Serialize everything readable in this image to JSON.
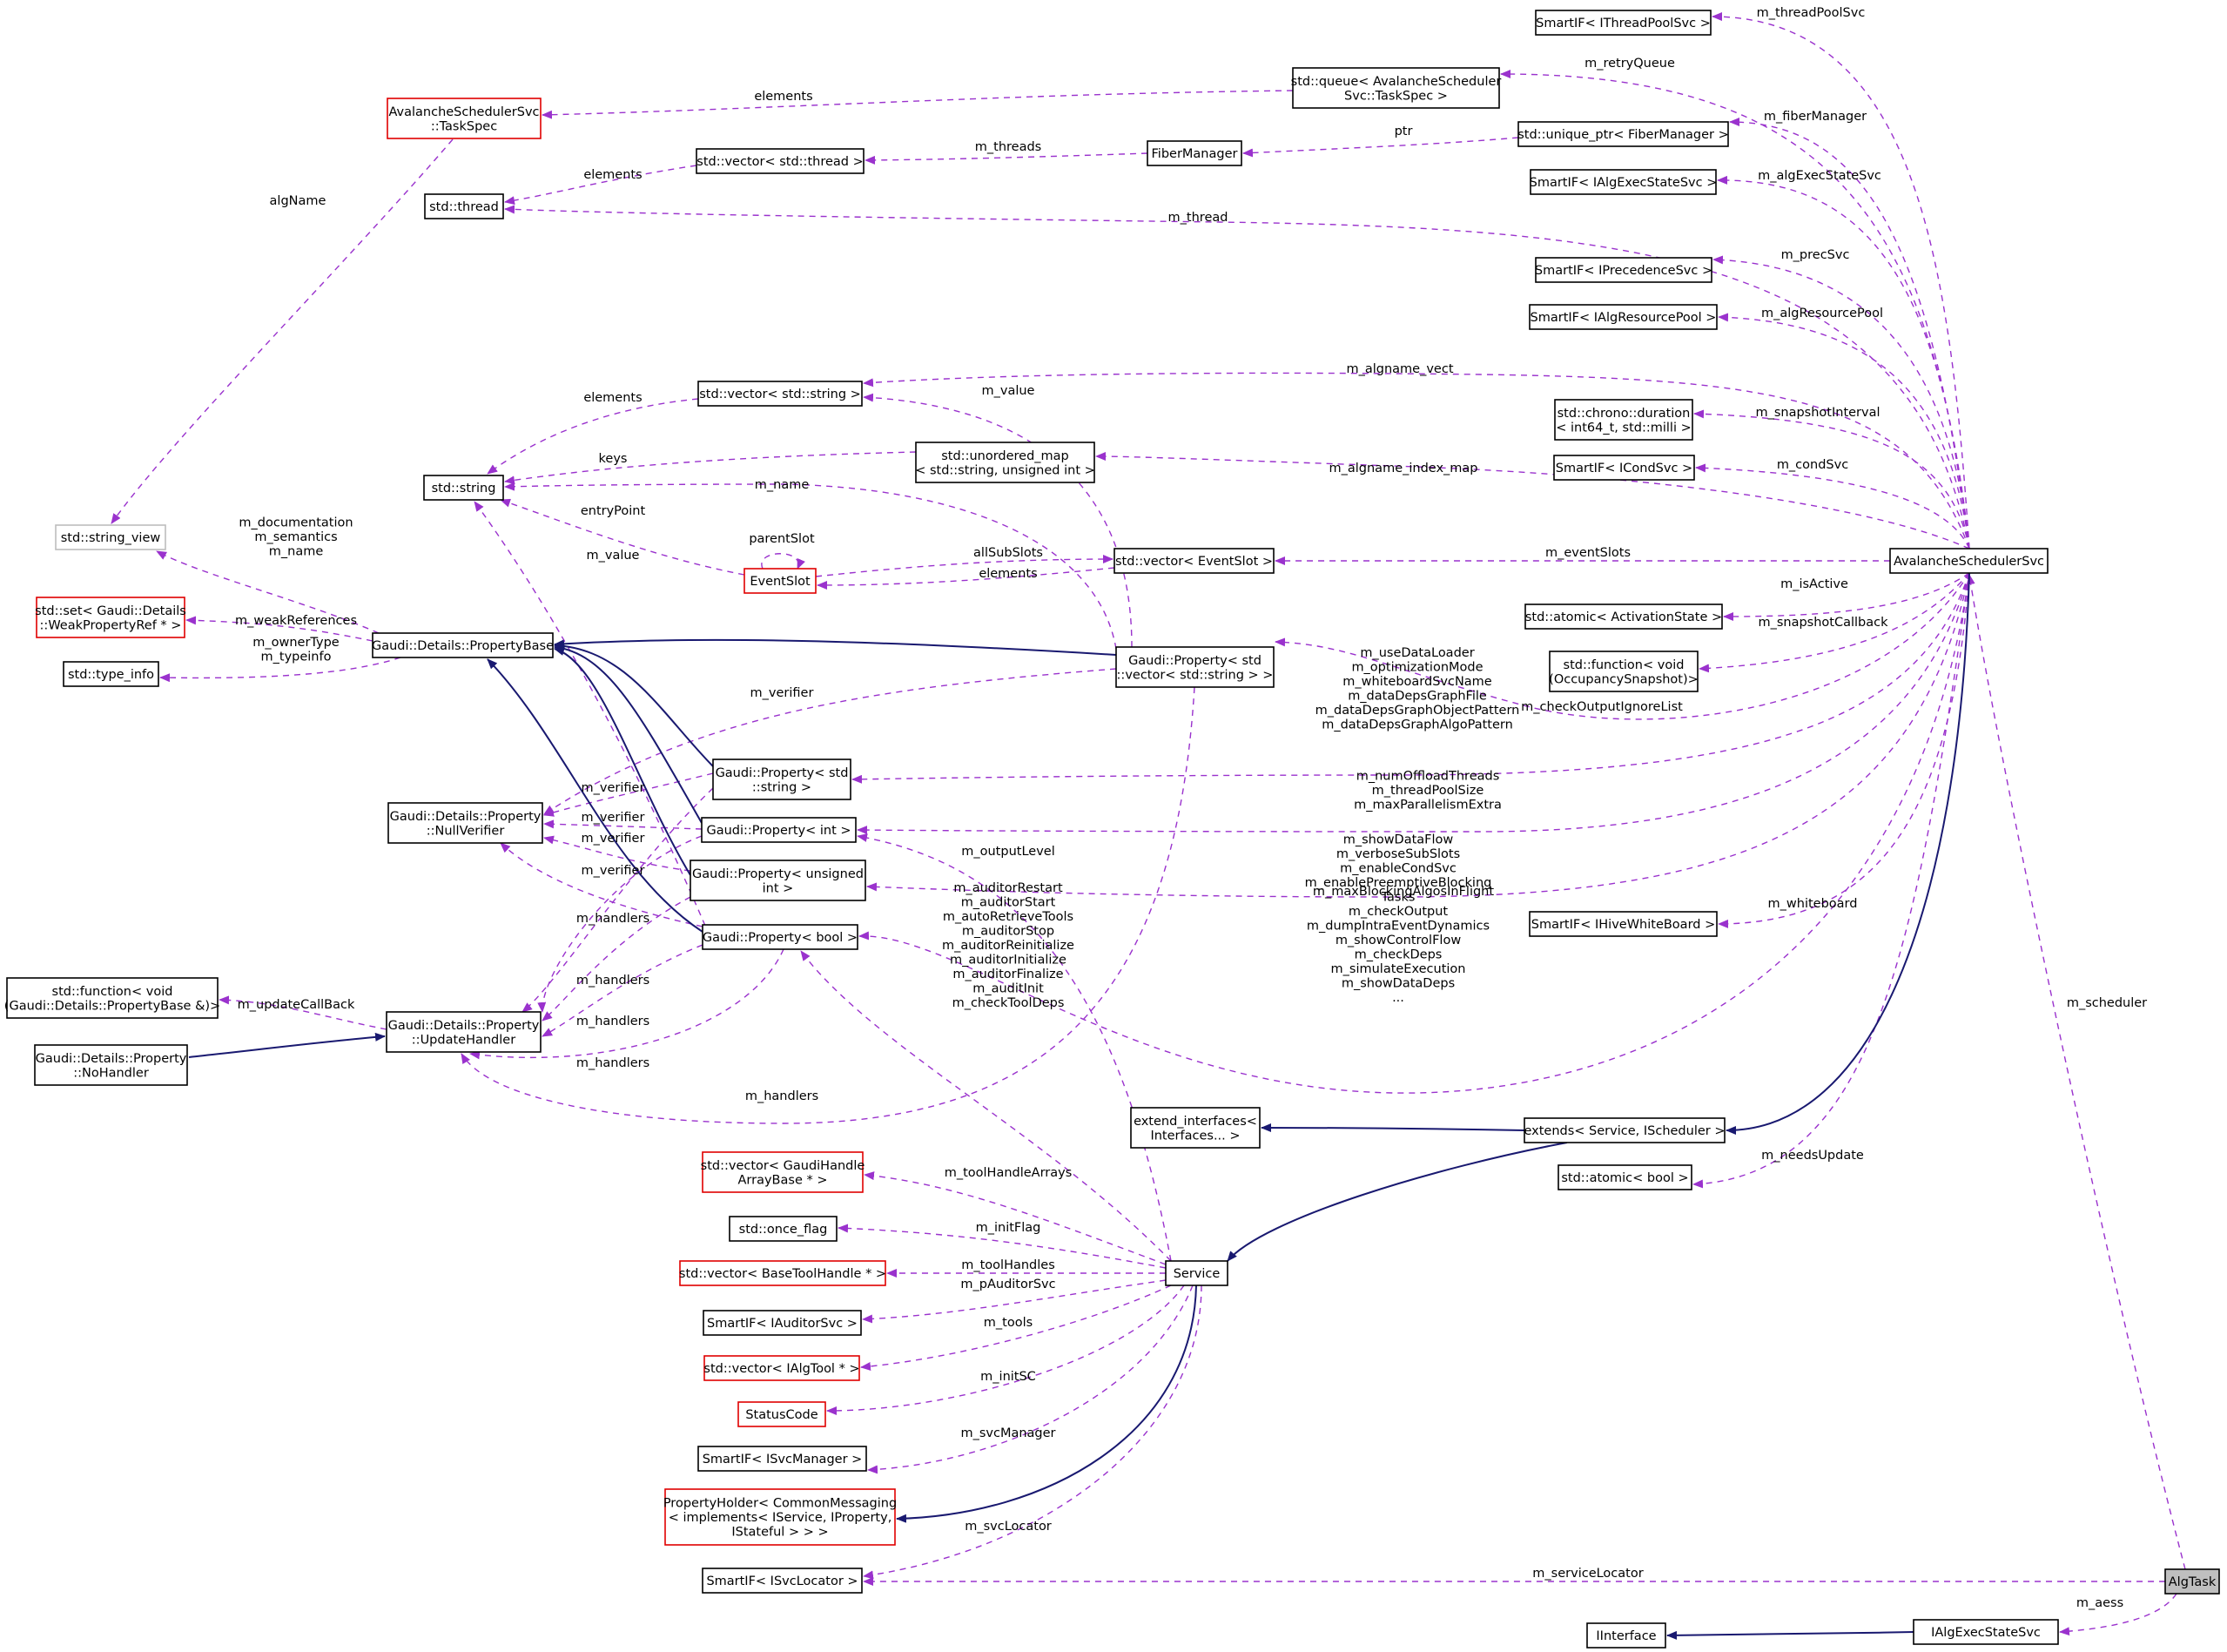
{
  "diagram": {
    "colors": {
      "usage_edge": "#9a32cd",
      "inherit_edge": "#191970",
      "class_border": "#000000",
      "incomplete_border": "#e00000",
      "external_border": "#bdbdbd",
      "highlight_fill": "#bfbfbf"
    },
    "nodes": [
      {
        "id": "threadpool",
        "label": [
          "SmartIF< IThreadPoolSvc >"
        ]
      },
      {
        "id": "retryqueue",
        "label": [
          "std::queue< AvalancheScheduler",
          "Svc::TaskSpec >"
        ]
      },
      {
        "id": "taskspec",
        "label": [
          "AvalancheSchedulerSvc",
          "::TaskSpec"
        ],
        "style": "red"
      },
      {
        "id": "uniqfiber",
        "label": [
          "std::unique_ptr< FiberManager >"
        ]
      },
      {
        "id": "vecthread",
        "label": [
          "std::vector< std::thread >"
        ]
      },
      {
        "id": "fibermanager",
        "label": [
          "FiberManager"
        ]
      },
      {
        "id": "algexecsmart",
        "label": [
          "SmartIF< IAlgExecStateSvc >"
        ]
      },
      {
        "id": "thread",
        "label": [
          "std::thread"
        ]
      },
      {
        "id": "precsvc",
        "label": [
          "SmartIF< IPrecedenceSvc >"
        ]
      },
      {
        "id": "algres",
        "label": [
          "SmartIF< IAlgResourcePool >"
        ]
      },
      {
        "id": "vecstring",
        "label": [
          "std::vector< std::string >"
        ]
      },
      {
        "id": "chrono",
        "label": [
          "std::chrono::duration",
          "< int64_t, std::milli >"
        ]
      },
      {
        "id": "umap",
        "label": [
          "std::unordered_map",
          "< std::string, unsigned int >"
        ]
      },
      {
        "id": "condsvc",
        "label": [
          "SmartIF< ICondSvc >"
        ]
      },
      {
        "id": "string",
        "label": [
          "std::string"
        ]
      },
      {
        "id": "stringview",
        "label": [
          "std::string_view"
        ],
        "style": "grey"
      },
      {
        "id": "eventslot",
        "label": [
          "EventSlot"
        ],
        "style": "red"
      },
      {
        "id": "veceventslot",
        "label": [
          "std::vector< EventSlot >"
        ]
      },
      {
        "id": "avalanche",
        "label": [
          "AvalancheSchedulerSvc"
        ]
      },
      {
        "id": "setweak",
        "label": [
          "std::set< Gaudi::Details",
          "::WeakPropertyRef * >"
        ],
        "style": "red"
      },
      {
        "id": "propbase",
        "label": [
          "Gaudi::Details::PropertyBase"
        ]
      },
      {
        "id": "atomicact",
        "label": [
          "std::atomic< ActivationState >"
        ]
      },
      {
        "id": "typeinfo",
        "label": [
          "std::type_info"
        ]
      },
      {
        "id": "propvecstr",
        "label": [
          "Gaudi::Property< std",
          "::vector< std::string > >"
        ]
      },
      {
        "id": "funcocc",
        "label": [
          "std::function< void",
          "(OccupancySnapshot)>"
        ]
      },
      {
        "id": "propstr",
        "label": [
          "Gaudi::Property< std",
          "::string >"
        ]
      },
      {
        "id": "nullverifier",
        "label": [
          "Gaudi::Details::Property",
          "::NullVerifier"
        ]
      },
      {
        "id": "propint",
        "label": [
          "Gaudi::Property< int >"
        ]
      },
      {
        "id": "propuint",
        "label": [
          "Gaudi::Property< unsigned",
          "int >"
        ]
      },
      {
        "id": "hivewb",
        "label": [
          "SmartIF< IHiveWhiteBoard >"
        ]
      },
      {
        "id": "propbool",
        "label": [
          "Gaudi::Property< bool >"
        ]
      },
      {
        "id": "funcpb",
        "label": [
          "std::function< void",
          "(Gaudi::Details::PropertyBase &)>"
        ]
      },
      {
        "id": "updhandler",
        "label": [
          "Gaudi::Details::Property",
          "::UpdateHandler"
        ]
      },
      {
        "id": "nohandler",
        "label": [
          "Gaudi::Details::Property",
          "::NoHandler"
        ]
      },
      {
        "id": "extendif",
        "label": [
          "extend_interfaces<",
          "Interfaces... >"
        ]
      },
      {
        "id": "extends",
        "label": [
          "extends< Service, IScheduler >"
        ]
      },
      {
        "id": "atomicbool",
        "label": [
          "std::atomic< bool >"
        ]
      },
      {
        "id": "vecgaudihandle",
        "label": [
          "std::vector< GaudiHandle",
          "ArrayBase * >"
        ],
        "style": "red"
      },
      {
        "id": "onceflag",
        "label": [
          "std::once_flag"
        ]
      },
      {
        "id": "service",
        "label": [
          "Service"
        ]
      },
      {
        "id": "vecbasetool",
        "label": [
          "std::vector< BaseToolHandle * >"
        ],
        "style": "red"
      },
      {
        "id": "auditorsvc",
        "label": [
          "SmartIF< IAuditorSvc >"
        ]
      },
      {
        "id": "vecalgtool",
        "label": [
          "std::vector< IAlgTool * >"
        ],
        "style": "red"
      },
      {
        "id": "statuscode",
        "label": [
          "StatusCode"
        ],
        "style": "red"
      },
      {
        "id": "svcmanager",
        "label": [
          "SmartIF< ISvcManager >"
        ]
      },
      {
        "id": "propholder",
        "label": [
          "PropertyHolder< CommonMessaging",
          "< implements< IService, IProperty,",
          "IStateful > > >"
        ],
        "style": "red"
      },
      {
        "id": "svclocator",
        "label": [
          "SmartIF< ISvcLocator >"
        ]
      },
      {
        "id": "algtask",
        "label": [
          "AlgTask"
        ],
        "style": "hl"
      },
      {
        "id": "iinterface",
        "label": [
          "IInterface"
        ]
      },
      {
        "id": "ialgexec",
        "label": [
          "IAlgExecStateSvc"
        ]
      }
    ],
    "edge_labels": [
      {
        "id": "l_threadpool",
        "lines": [
          "m_threadPoolSvc"
        ]
      },
      {
        "id": "l_retry",
        "lines": [
          "m_retryQueue"
        ]
      },
      {
        "id": "l_elements_ts",
        "lines": [
          "elements"
        ]
      },
      {
        "id": "l_fiberman",
        "lines": [
          "m_fiberManager"
        ]
      },
      {
        "id": "l_ptr",
        "lines": [
          "ptr"
        ]
      },
      {
        "id": "l_mthreads",
        "lines": [
          "m_threads"
        ]
      },
      {
        "id": "l_algexec",
        "lines": [
          "m_algExecStateSvc"
        ]
      },
      {
        "id": "l_elements_th",
        "lines": [
          "elements"
        ]
      },
      {
        "id": "l_mthread",
        "lines": [
          "m_thread"
        ]
      },
      {
        "id": "l_algname",
        "lines": [
          "algName"
        ]
      },
      {
        "id": "l_precsvc",
        "lines": [
          "m_precSvc"
        ]
      },
      {
        "id": "l_algres",
        "lines": [
          "m_algResourcePool"
        ]
      },
      {
        "id": "l_algvect",
        "lines": [
          "m_algname_vect"
        ]
      },
      {
        "id": "l_mvalue1",
        "lines": [
          "m_value"
        ]
      },
      {
        "id": "l_elements_str",
        "lines": [
          "elements"
        ]
      },
      {
        "id": "l_snapint",
        "lines": [
          "m_snapshotInterval"
        ]
      },
      {
        "id": "l_keys",
        "lines": [
          "keys"
        ]
      },
      {
        "id": "l_algidx",
        "lines": [
          "m_algname_index_map"
        ]
      },
      {
        "id": "l_condsvc",
        "lines": [
          "m_condSvc"
        ]
      },
      {
        "id": "l_mname",
        "lines": [
          "m_name"
        ]
      },
      {
        "id": "l_parentslot",
        "lines": [
          "parentSlot"
        ]
      },
      {
        "id": "l_entry",
        "lines": [
          "entryPoint"
        ]
      },
      {
        "id": "l_mvalue2",
        "lines": [
          "m_value"
        ]
      },
      {
        "id": "l_allsub",
        "lines": [
          "allSubSlots"
        ]
      },
      {
        "id": "l_evslots",
        "lines": [
          "m_eventSlots"
        ]
      },
      {
        "id": "l_elements_es",
        "lines": [
          "elements"
        ]
      },
      {
        "id": "l_doc",
        "lines": [
          "m_documentation",
          "m_semantics",
          "m_name"
        ]
      },
      {
        "id": "l_isactive",
        "lines": [
          "m_isActive"
        ]
      },
      {
        "id": "l_weak",
        "lines": [
          "m_weakReferences"
        ]
      },
      {
        "id": "l_snapcb",
        "lines": [
          "m_snapshotCallback"
        ]
      },
      {
        "id": "l_owner",
        "lines": [
          "m_ownerType",
          "m_typeinfo"
        ]
      },
      {
        "id": "l_verifier1",
        "lines": [
          "m_verifier"
        ]
      },
      {
        "id": "l_checkout",
        "lines": [
          "m_checkOutputIgnoreList"
        ]
      },
      {
        "id": "l_strprops",
        "lines": [
          "m_useDataLoader",
          "m_optimizationMode",
          "m_whiteboardSvcName",
          "m_dataDepsGraphFile",
          "m_dataDepsGraphObjectPattern",
          "m_dataDepsGraphAlgoPattern"
        ]
      },
      {
        "id": "l_verifier2",
        "lines": [
          "m_verifier"
        ]
      },
      {
        "id": "l_verifier3",
        "lines": [
          "m_verifier"
        ]
      },
      {
        "id": "l_intprops",
        "lines": [
          "m_numOffloadThreads",
          "m_threadPoolSize",
          "m_maxParallelismExtra"
        ]
      },
      {
        "id": "l_verifier4",
        "lines": [
          "m_verifier"
        ]
      },
      {
        "id": "l_outlevel",
        "lines": [
          "m_outputLevel"
        ]
      },
      {
        "id": "l_verifier5",
        "lines": [
          "m_verifier"
        ]
      },
      {
        "id": "l_maxblock",
        "lines": [
          "m_maxBlockingAlgosInFlight"
        ]
      },
      {
        "id": "l_whiteboard",
        "lines": [
          "m_whiteboard"
        ]
      },
      {
        "id": "l_handlers1",
        "lines": [
          "m_handlers"
        ]
      },
      {
        "id": "l_boolprops",
        "lines": [
          "m_showDataFlow",
          "m_verboseSubSlots",
          "m_enableCondSvc",
          "m_enablePreemptiveBlocking",
          "Tasks",
          "m_checkOutput",
          "m_dumpIntraEventDynamics",
          "m_showControlFlow",
          "m_checkDeps",
          "m_simulateExecution",
          "m_showDataDeps",
          "..."
        ]
      },
      {
        "id": "l_auditor",
        "lines": [
          "m_auditorRestart",
          "m_auditorStart",
          "m_autoRetrieveTools",
          "m_auditorStop",
          "m_auditorReinitialize",
          "m_auditorInitialize",
          "m_auditorFinalize",
          "m_auditInit",
          "m_checkToolDeps"
        ]
      },
      {
        "id": "l_updcb",
        "lines": [
          "m_updateCallBack"
        ]
      },
      {
        "id": "l_handlers2",
        "lines": [
          "m_handlers"
        ]
      },
      {
        "id": "l_handlers3",
        "lines": [
          "m_handlers"
        ]
      },
      {
        "id": "l_scheduler",
        "lines": [
          "m_scheduler"
        ]
      },
      {
        "id": "l_handlers4",
        "lines": [
          "m_handlers"
        ]
      },
      {
        "id": "l_handlers5",
        "lines": [
          "m_handlers"
        ]
      },
      {
        "id": "l_needsupd",
        "lines": [
          "m_needsUpdate"
        ]
      },
      {
        "id": "l_toolarr",
        "lines": [
          "m_toolHandleArrays"
        ]
      },
      {
        "id": "l_initflag",
        "lines": [
          "m_initFlag"
        ]
      },
      {
        "id": "l_toolhandles",
        "lines": [
          "m_toolHandles"
        ]
      },
      {
        "id": "l_pauditor",
        "lines": [
          "m_pAuditorSvc"
        ]
      },
      {
        "id": "l_tools",
        "lines": [
          "m_tools"
        ]
      },
      {
        "id": "l_initsc",
        "lines": [
          "m_initSC"
        ]
      },
      {
        "id": "l_svcman",
        "lines": [
          "m_svcManager"
        ]
      },
      {
        "id": "l_svcloc",
        "lines": [
          "m_svcLocator"
        ]
      },
      {
        "id": "l_servloc",
        "lines": [
          "m_serviceLocator"
        ]
      },
      {
        "id": "l_aess",
        "lines": [
          "m_aess"
        ]
      }
    ]
  }
}
